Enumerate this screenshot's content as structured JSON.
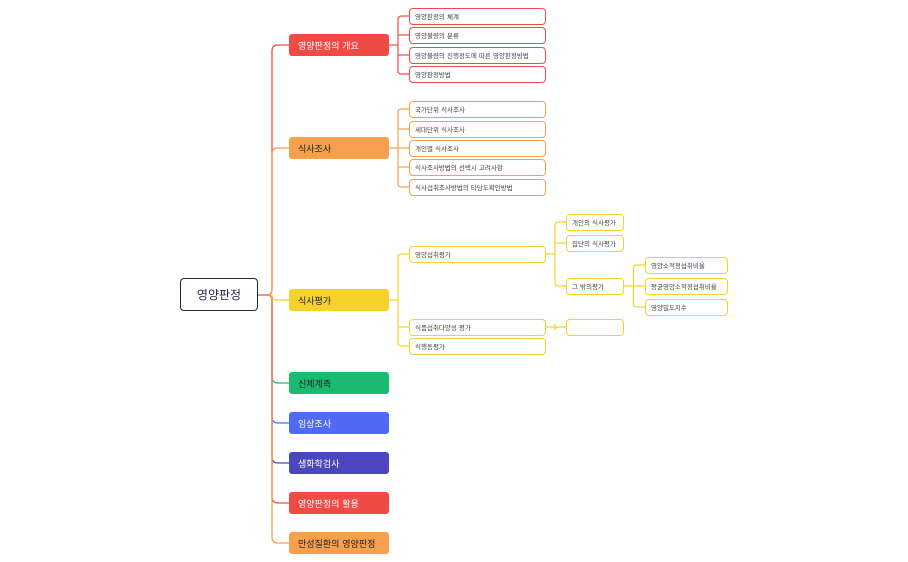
{
  "root": {
    "label": "영양판정",
    "color": "#1f2547"
  },
  "branches": [
    {
      "label": "영양판정의 개요",
      "color": "#f04a45",
      "text_color": "#ffffff",
      "children": [
        "영양판정의 체계",
        "영양불량의 분류",
        "영양불량의 진행정도에 따른 영양판정방법",
        "영양판정방법"
      ]
    },
    {
      "label": "식사조사",
      "color": "#f6a04d",
      "text_color": "#222222",
      "children": [
        "국가단위 식사조사",
        "세대단위 식사조사",
        "개인별 식사조사",
        "식사조사방법의 선택시 고려사항",
        "식사섭취조사방법의 타당도확인방법"
      ]
    },
    {
      "label": "식사평가",
      "color": "#f4d22a",
      "text_color": "#222222",
      "children": [
        {
          "label": "영양섭취평가",
          "children": [
            {
              "label": "개인의 식사평가"
            },
            {
              "label": "집단의 식사평가"
            },
            {
              "label": "그 밖의평가",
              "children": [
                "영양소적정섭취비율",
                "평균영양소적정섭취비율",
                "영양밀도지수"
              ]
            }
          ]
        },
        {
          "label": "식품섭취다양성 평가",
          "children": [
            ""
          ]
        },
        {
          "label": "식행동평가"
        }
      ]
    },
    {
      "label": "신체계측",
      "color": "#1bba72",
      "text_color": "#222222",
      "children": []
    },
    {
      "label": "임상조사",
      "color": "#4f6bf5",
      "text_color": "#ffffff",
      "children": []
    },
    {
      "label": "생화학검사",
      "color": "#4b46bd",
      "text_color": "#ffffff",
      "children": []
    },
    {
      "label": "영양판정의 활용",
      "color": "#f04a45",
      "text_color": "#ffffff",
      "children": []
    },
    {
      "label": "만성질환의 영양판정",
      "color": "#f6a04d",
      "text_color": "#222222",
      "children": []
    }
  ]
}
